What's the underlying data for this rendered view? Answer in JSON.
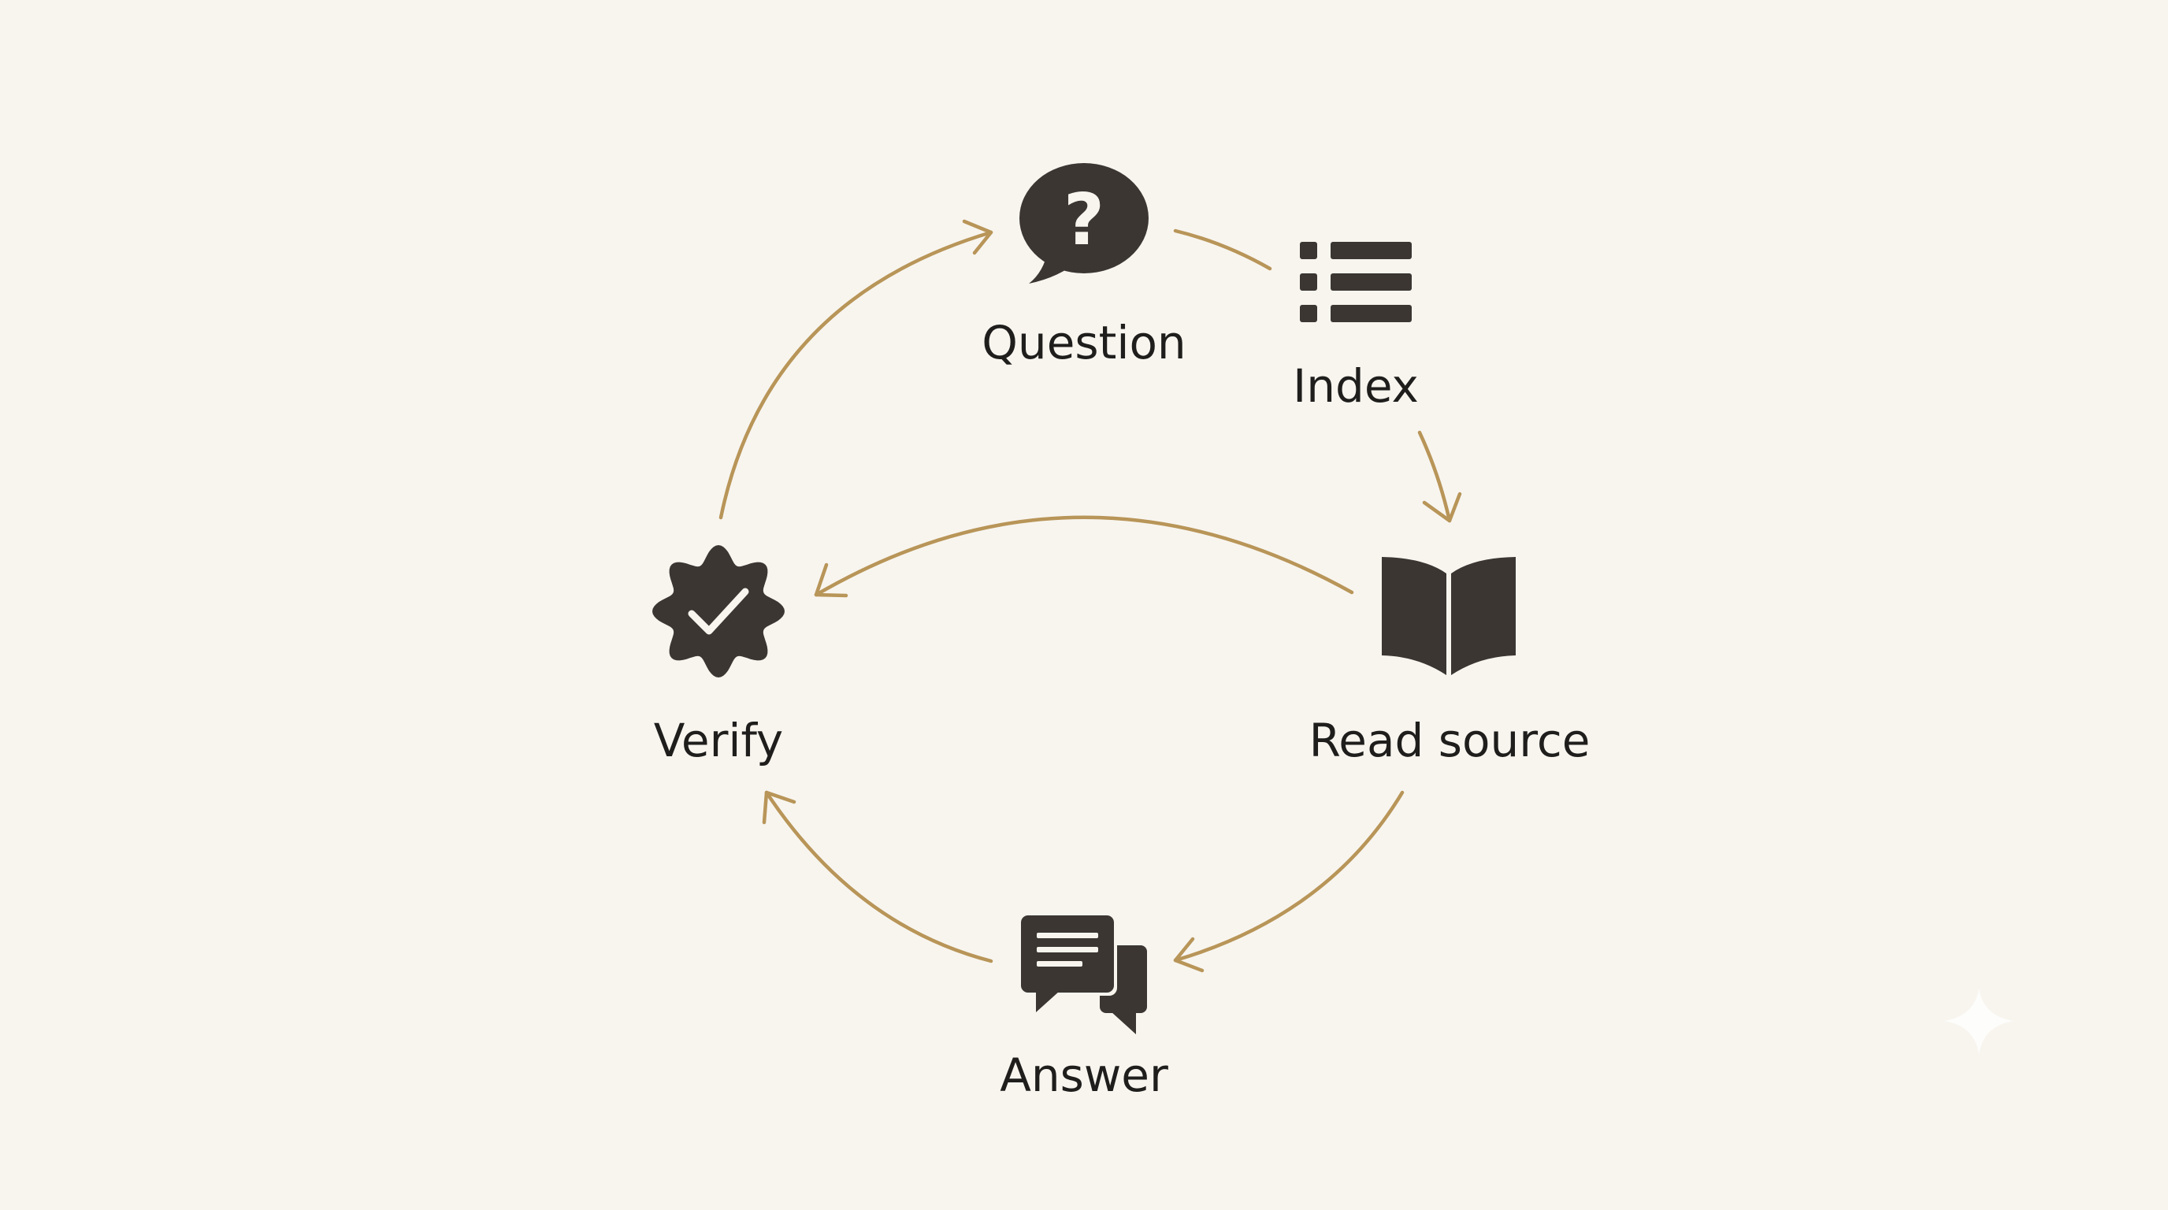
{
  "diagram": {
    "type": "cycle",
    "accent_color": "#b89558",
    "icon_color": "#3b3632",
    "background_color": "#f8f5ef",
    "nodes": [
      {
        "id": "question",
        "label": "Question",
        "icon": "question-speech-bubble-icon"
      },
      {
        "id": "index",
        "label": "Index",
        "icon": "list-index-icon"
      },
      {
        "id": "read_source",
        "label": "Read source",
        "icon": "open-book-icon"
      },
      {
        "id": "answer",
        "label": "Answer",
        "icon": "chat-bubbles-icon"
      },
      {
        "id": "verify",
        "label": "Verify",
        "icon": "verified-badge-icon"
      }
    ],
    "edges": [
      {
        "from": "question",
        "to": "index"
      },
      {
        "from": "index",
        "to": "read_source"
      },
      {
        "from": "read_source",
        "to": "verify"
      },
      {
        "from": "read_source",
        "to": "answer"
      },
      {
        "from": "answer",
        "to": "verify"
      },
      {
        "from": "verify",
        "to": "question"
      }
    ]
  }
}
